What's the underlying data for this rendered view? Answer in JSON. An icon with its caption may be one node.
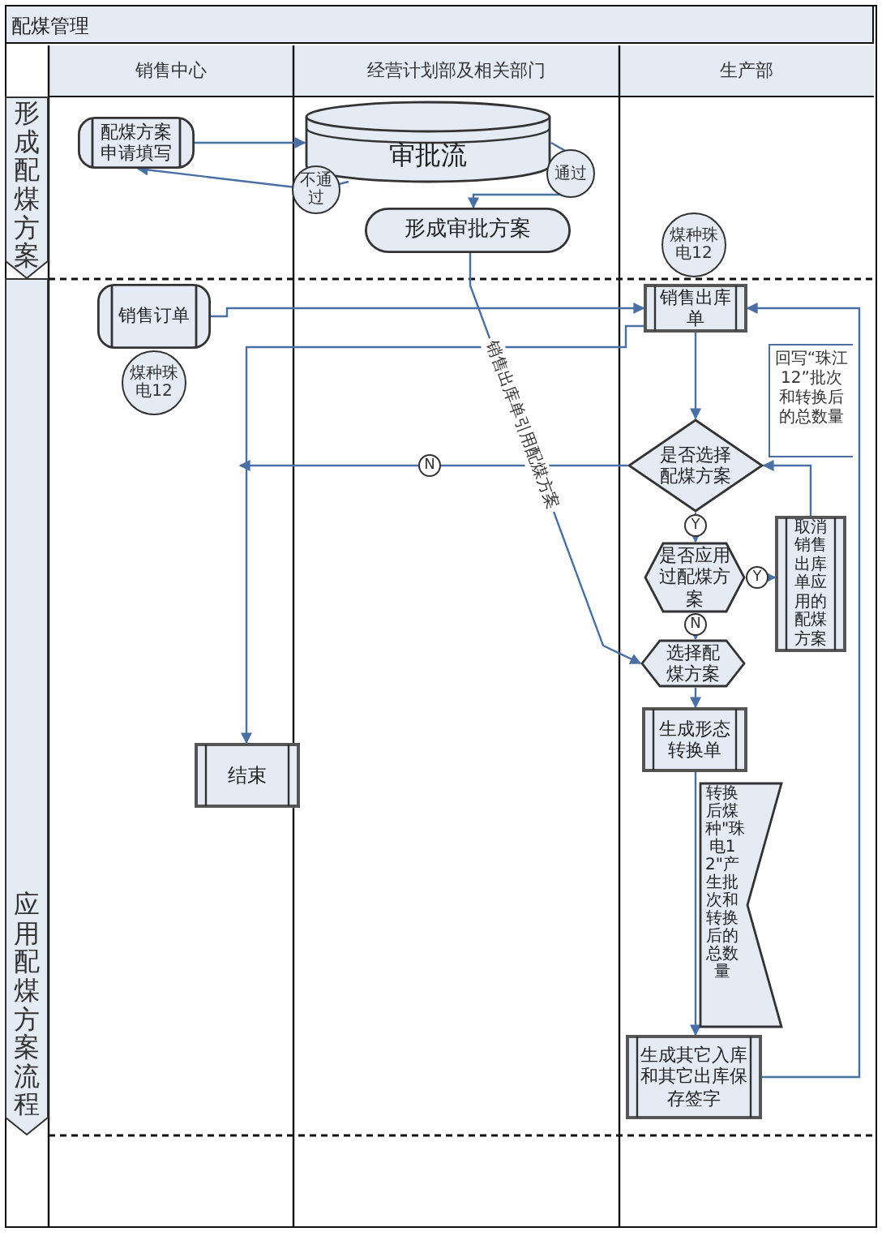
{
  "diagram": {
    "title": "配煤管理",
    "nodes": [
      {
        "text": [
          "销售中心"
        ]
      },
      {
        "text": [
          "经营计划部及相关部门"
        ]
      },
      {
        "text": [
          "生产部"
        ]
      },
      {
        "text": [
          "形成配煤方案"
        ]
      },
      {
        "text": [
          "应用配煤方案流程"
        ]
      },
      {
        "text": [
          "配煤方案申请填写"
        ]
      },
      {
        "text": [
          "审批流"
        ]
      },
      {
        "text": [
          "形成审批方案"
        ]
      },
      {
        "text": [
          "销售订单"
        ],
        "beside": [
          "煤种珠电12"
        ]
      },
      {
        "text": [
          "销售出库单"
        ],
        "beside": [
          "煤种珠电12"
        ]
      },
      {
        "text": [
          "是否选择配煤方案"
        ]
      },
      {
        "text": [
          "是否应用过配煤方案"
        ]
      },
      {
        "text": [
          "取消销售出库单应用的配煤方案"
        ]
      },
      {
        "text": [
          "选择配煤方案"
        ]
      },
      {
        "text": [
          "生成形态转换单"
        ]
      },
      {
        "text": [
          "转换后煤种\"珠电12\"产生批次和转换后的总数量"
        ]
      },
      {
        "text": [
          "生成其它入库和其它出库保存签字"
        ]
      },
      {
        "text": [
          "结束"
        ]
      }
    ],
    "edges": [
      {
        "from": 5,
        "to": 6,
        "arrow": "to"
      },
      {
        "from": 6,
        "to": 5,
        "arrow": "to",
        "label": "不通过"
      },
      {
        "from": 6,
        "to": 7,
        "arrow": "to",
        "label": "通过"
      },
      {
        "from": 7,
        "to": 13,
        "arrow": "to",
        "label": "销售出库单引用配煤方案"
      },
      {
        "from": 8,
        "to": 9,
        "arrow": "to"
      },
      {
        "from": 9,
        "to": 10,
        "arrow": "to"
      },
      {
        "from": 10,
        "to": null,
        "arrow": "to",
        "label": "N"
      },
      {
        "from": 9,
        "to": 17,
        "arrow": "to"
      },
      {
        "from": 10,
        "to": 11,
        "arrow": "to",
        "label": "Y"
      },
      {
        "from": 11,
        "to": 12,
        "arrow": "to",
        "label": "Y"
      },
      {
        "from": 12,
        "to": 10,
        "arrow": "to"
      },
      {
        "from": 11,
        "to": 13,
        "arrow": "to",
        "label": "N"
      },
      {
        "from": 13,
        "to": 14,
        "arrow": "to"
      },
      {
        "from": 14,
        "to": 16,
        "arrow": "to"
      },
      {
        "from": 16,
        "to": 9,
        "arrow": "to",
        "label": "回写“珠江12”批次和转换后的总数量"
      }
    ]
  }
}
